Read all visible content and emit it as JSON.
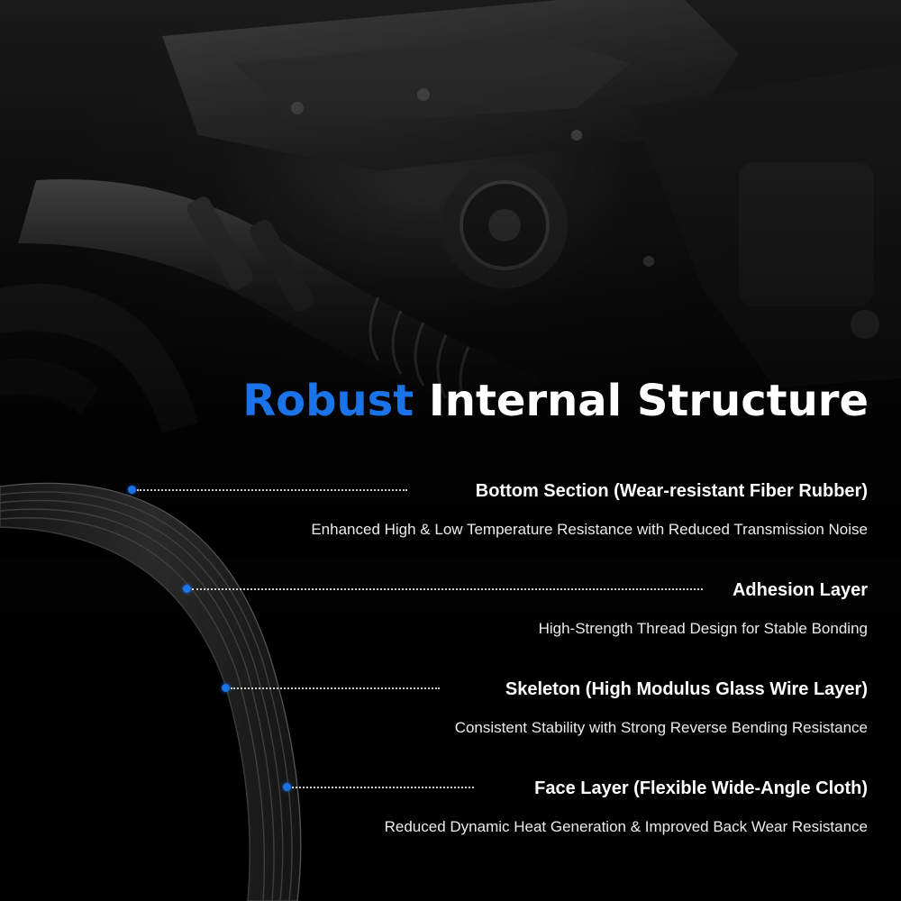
{
  "headline": {
    "accent": "Robust",
    "rest": "Internal Structure"
  },
  "colors": {
    "accent": "#1a73e8",
    "text": "#ffffff",
    "background": "#000000"
  },
  "features": [
    {
      "title": "Bottom Section (Wear-resistant Fiber Rubber)",
      "description": "Enhanced High & Low Temperature Resistance with Reduced Transmission Noise"
    },
    {
      "title": "Adhesion Layer",
      "description": "High-Strength Thread Design for Stable Bonding"
    },
    {
      "title": "Skeleton (High Modulus Glass Wire Layer)",
      "description": "Consistent Stability with Strong Reverse Bending Resistance"
    },
    {
      "title": "Face Layer (Flexible Wide-Angle Cloth)",
      "description": "Reduced Dynamic Heat Generation & Improved Back Wear Resistance"
    }
  ]
}
